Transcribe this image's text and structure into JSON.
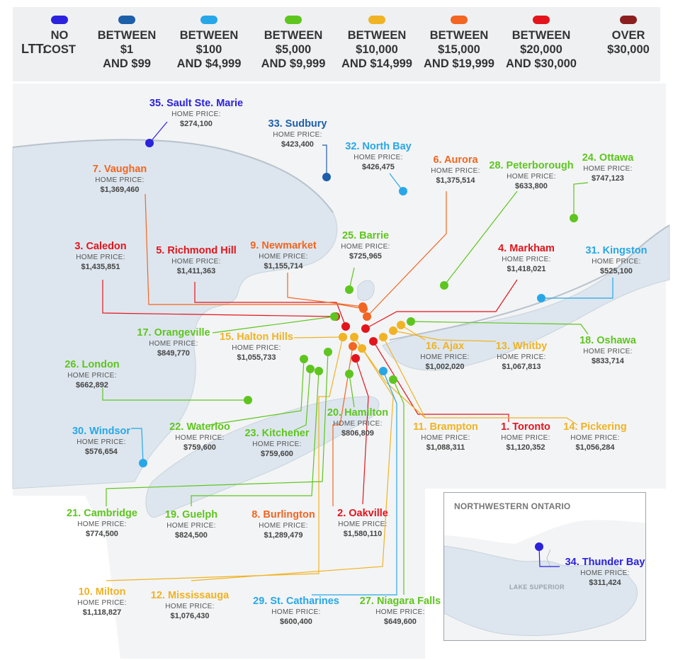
{
  "legend": {
    "label": "LTT:",
    "categories": [
      {
        "lines": [
          "NO",
          "COST"
        ],
        "color": "#2a22dc"
      },
      {
        "lines": [
          "BETWEEN",
          "$1",
          "AND $99"
        ],
        "color": "#1d5fa8"
      },
      {
        "lines": [
          "BETWEEN",
          "$100",
          "AND $4,999"
        ],
        "color": "#27a7e8"
      },
      {
        "lines": [
          "BETWEEN",
          "$5,000",
          "AND $9,999"
        ],
        "color": "#5ec51f"
      },
      {
        "lines": [
          "BETWEEN",
          "$10,000",
          "AND $14,999"
        ],
        "color": "#f0b323"
      },
      {
        "lines": [
          "BETWEEN",
          "$15,000",
          "AND $19,999"
        ],
        "color": "#f26522"
      },
      {
        "lines": [
          "BETWEEN",
          "$20,000",
          "AND $30,000"
        ],
        "color": "#e3141c"
      },
      {
        "lines": [
          "OVER",
          "$30,000"
        ],
        "color": "#8b1f1f"
      }
    ]
  },
  "price_label": "HOME PRICE:",
  "cities": [
    {
      "name": "1. Toronto",
      "price": "$1,120,352",
      "category": 6
    },
    {
      "name": "2. Oakville",
      "price": "$1,580,110",
      "category": 6
    },
    {
      "name": "3. Caledon",
      "price": "$1,435,851",
      "category": 6
    },
    {
      "name": "4. Markham",
      "price": "$1,418,021",
      "category": 6
    },
    {
      "name": "5. Richmond Hill",
      "price": "$1,411,363",
      "category": 6
    },
    {
      "name": "6. Aurora",
      "price": "$1,375,514",
      "category": 5
    },
    {
      "name": "7. Vaughan",
      "price": "$1,369,460",
      "category": 5
    },
    {
      "name": "8. Burlington",
      "price": "$1,289,479",
      "category": 5
    },
    {
      "name": "9. Newmarket",
      "price": "$1,155,714",
      "category": 5
    },
    {
      "name": "10. Milton",
      "price": "$1,118,827",
      "category": 4
    },
    {
      "name": "11. Brampton",
      "price": "$1,088,311",
      "category": 4
    },
    {
      "name": "12. Mississauga",
      "price": "$1,076,430",
      "category": 4
    },
    {
      "name": "13. Whitby",
      "price": "$1,067,813",
      "category": 4
    },
    {
      "name": "14. Pickering",
      "price": "$1,056,284",
      "category": 4
    },
    {
      "name": "15. Halton Hills",
      "price": "$1,055,733",
      "category": 4
    },
    {
      "name": "16. Ajax",
      "price": "$1,002,020",
      "category": 4
    },
    {
      "name": "17. Orangeville",
      "price": "$849,770",
      "category": 3
    },
    {
      "name": "18. Oshawa",
      "price": "$833,714",
      "category": 3
    },
    {
      "name": "19. Guelph",
      "price": "$824,500",
      "category": 3
    },
    {
      "name": "20. Hamilton",
      "price": "$806,809",
      "category": 3
    },
    {
      "name": "21. Cambridge",
      "price": "$774,500",
      "category": 3
    },
    {
      "name": "22. Waterloo",
      "price": "$759,600",
      "category": 3
    },
    {
      "name": "23. Kitchener",
      "price": "$759,600",
      "category": 3
    },
    {
      "name": "24. Ottawa",
      "price": "$747,123",
      "category": 3
    },
    {
      "name": "25. Barrie",
      "price": "$725,965",
      "category": 3
    },
    {
      "name": "26. London",
      "price": "$662,892",
      "category": 3
    },
    {
      "name": "27. Niagara Falls",
      "price": "$649,600",
      "category": 3
    },
    {
      "name": "28. Peterborough",
      "price": "$633,800",
      "category": 3
    },
    {
      "name": "29. St. Catharines",
      "price": "$600,400",
      "category": 2
    },
    {
      "name": "30. Windsor",
      "price": "$576,654",
      "category": 2
    },
    {
      "name": "31. Kingston",
      "price": "$525,100",
      "category": 2
    },
    {
      "name": "32. North Bay",
      "price": "$426,475",
      "category": 2
    },
    {
      "name": "33. Sudbury",
      "price": "$423,400",
      "category": 1
    },
    {
      "name": "34. Thunder Bay",
      "price": "$311,424",
      "category": 0
    },
    {
      "name": "35. Sault Ste. Marie",
      "price": "$274,100",
      "category": 0
    }
  ],
  "inset": {
    "title": "NORTHWESTERN ONTARIO",
    "lake_label": "LAKE SUPERIOR"
  }
}
